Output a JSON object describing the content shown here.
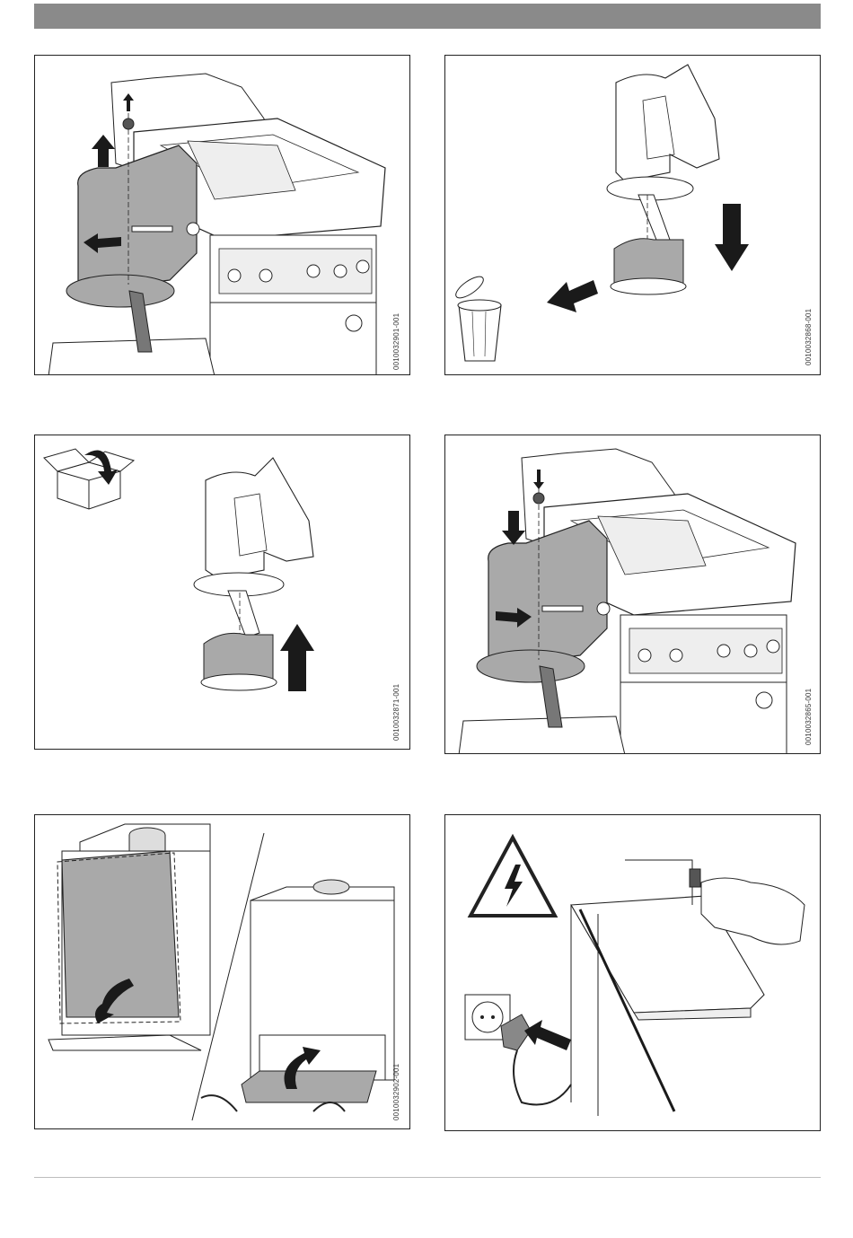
{
  "figures": [
    {
      "id": "0010032901-001"
    },
    {
      "id": "0010032868-001"
    },
    {
      "id": "0010032871-001"
    },
    {
      "id": "0010032865-001"
    },
    {
      "id": "0010032902-001"
    },
    {
      "id": ""
    }
  ],
  "colors": {
    "header_bar": "#8a8a8a",
    "part_fill": "#a9a9a9",
    "arrow_fill": "#1a1a1a",
    "line": "#222222"
  },
  "icons": [
    "up-arrow-icon",
    "down-arrow-icon",
    "left-arrow-icon",
    "right-arrow-icon",
    "trash-bin-icon",
    "box-icon",
    "electrical-warning-icon",
    "power-plug-icon",
    "wall-socket-icon",
    "hand-icon",
    "rotate-arrow-icon"
  ]
}
